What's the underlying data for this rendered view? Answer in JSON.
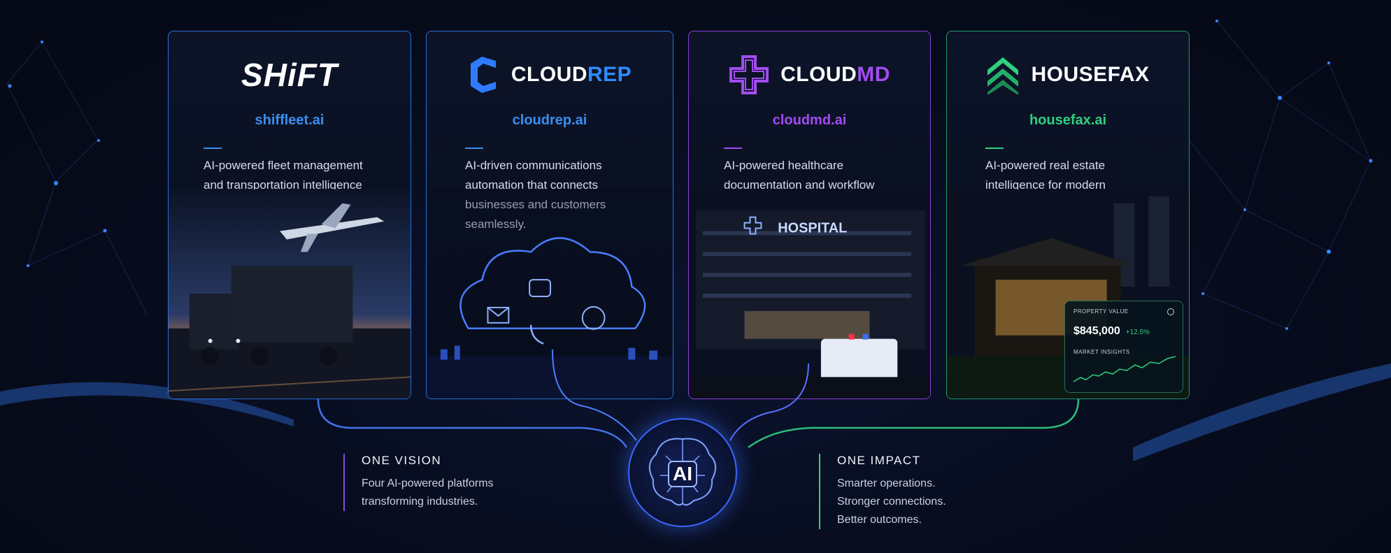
{
  "cards": [
    {
      "id": "shift",
      "brand": "SHiFT",
      "domain": "shiffleet.ai",
      "accent": "#3b8ef0",
      "description": "AI-powered fleet management\nand transportation intelligence\nthat keeps the world moving."
    },
    {
      "id": "cloudrep",
      "brand_a": "CLOUD",
      "brand_b": "REP",
      "domain": "cloudrep.ai",
      "accent": "#2f8cff",
      "description": "AI-driven communications\nautomation that connects\nbusinesses and customers\nseamlessly."
    },
    {
      "id": "cloudmd",
      "brand_a": "CLOUD",
      "brand_b": "MD",
      "domain": "cloudmd.ai",
      "accent": "#a14cf0",
      "description": "AI-powered healthcare\ndocumentation and workflow\nautomation for better\noutcomes."
    },
    {
      "id": "housefax",
      "brand": "HOUSEFAX",
      "domain": "housefax.ai",
      "accent": "#2fd07f",
      "description": "AI-powered real estate\nintelligence for modern\ntransactions and\noperations."
    }
  ],
  "hospital_sign": "HOSPITAL",
  "property_widget": {
    "title": "PROPERTY VALUE",
    "value": "$845,000",
    "change": "+12.5%",
    "subtitle": "MARKET INSIGHTS"
  },
  "ai_hub": {
    "label": "AI"
  },
  "vision": {
    "title": "ONE VISION",
    "body": "Four AI-powered platforms\ntransforming industries."
  },
  "impact": {
    "title": "ONE IMPACT",
    "body": "Smarter operations.\nStronger connections.\nBetter outcomes."
  },
  "colors": {
    "background": "#070c1d",
    "blue": "#3b8ef0",
    "purple": "#a14cf0",
    "green": "#2fd07f"
  }
}
